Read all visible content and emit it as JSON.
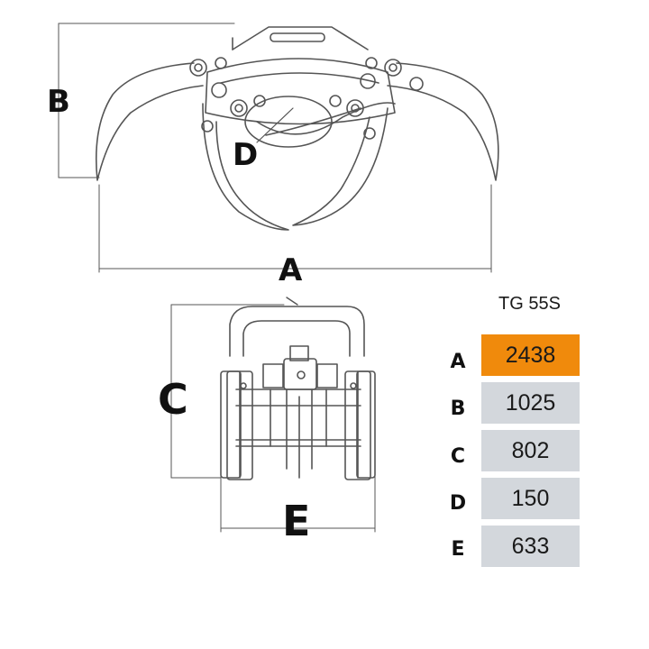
{
  "diagram": {
    "labels": {
      "a": "A",
      "b": "B",
      "c": "C",
      "d": "D",
      "e": "E"
    }
  },
  "table": {
    "title": "TG 55S",
    "rows": [
      {
        "label": "A",
        "value": "2438"
      },
      {
        "label": "B",
        "value": "1025"
      },
      {
        "label": "C",
        "value": "802"
      },
      {
        "label": "D",
        "value": "150"
      },
      {
        "label": "E",
        "value": "633"
      }
    ]
  },
  "colors": {
    "highlight": "#f08a0c",
    "cell": "#d3d7dc",
    "line": "#555555"
  }
}
